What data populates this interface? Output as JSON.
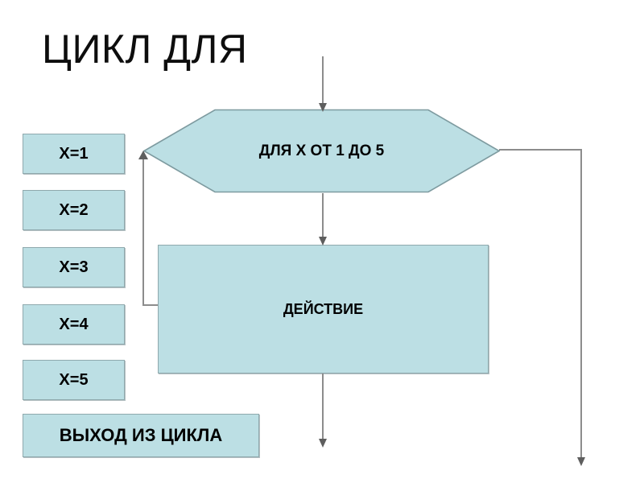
{
  "slide": {
    "title": "ЦИКЛ ДЛЯ",
    "background_color": "#ffffff",
    "shape_fill_color": "#bcdfe4",
    "shape_border_color": "#8fa9ad",
    "connector_color": "#8c8c8c",
    "text_color": "#000000"
  },
  "loop_header": {
    "label": "ДЛЯ X ОТ 1 ДО 5",
    "shape": "hexagon"
  },
  "action": {
    "label": "ДЕЙСТВИЕ",
    "shape": "rectangle"
  },
  "iterations": [
    {
      "label": "X=1"
    },
    {
      "label": "X=2"
    },
    {
      "label": "X=3"
    },
    {
      "label": "X=4"
    },
    {
      "label": "X=5"
    }
  ],
  "exit": {
    "label": "ВЫХОД ИЗ ЦИКЛА"
  },
  "connectors": {
    "entry_arrow": "down-arrow-into-loop-header",
    "header_to_action": "down-arrow-into-action",
    "action_to_header_loopback": "left-up-arrow-back-to-loop-header",
    "header_exit_right": "right-down-arrow-exit",
    "action_down_exit": "down-arrow-out-of-action"
  }
}
